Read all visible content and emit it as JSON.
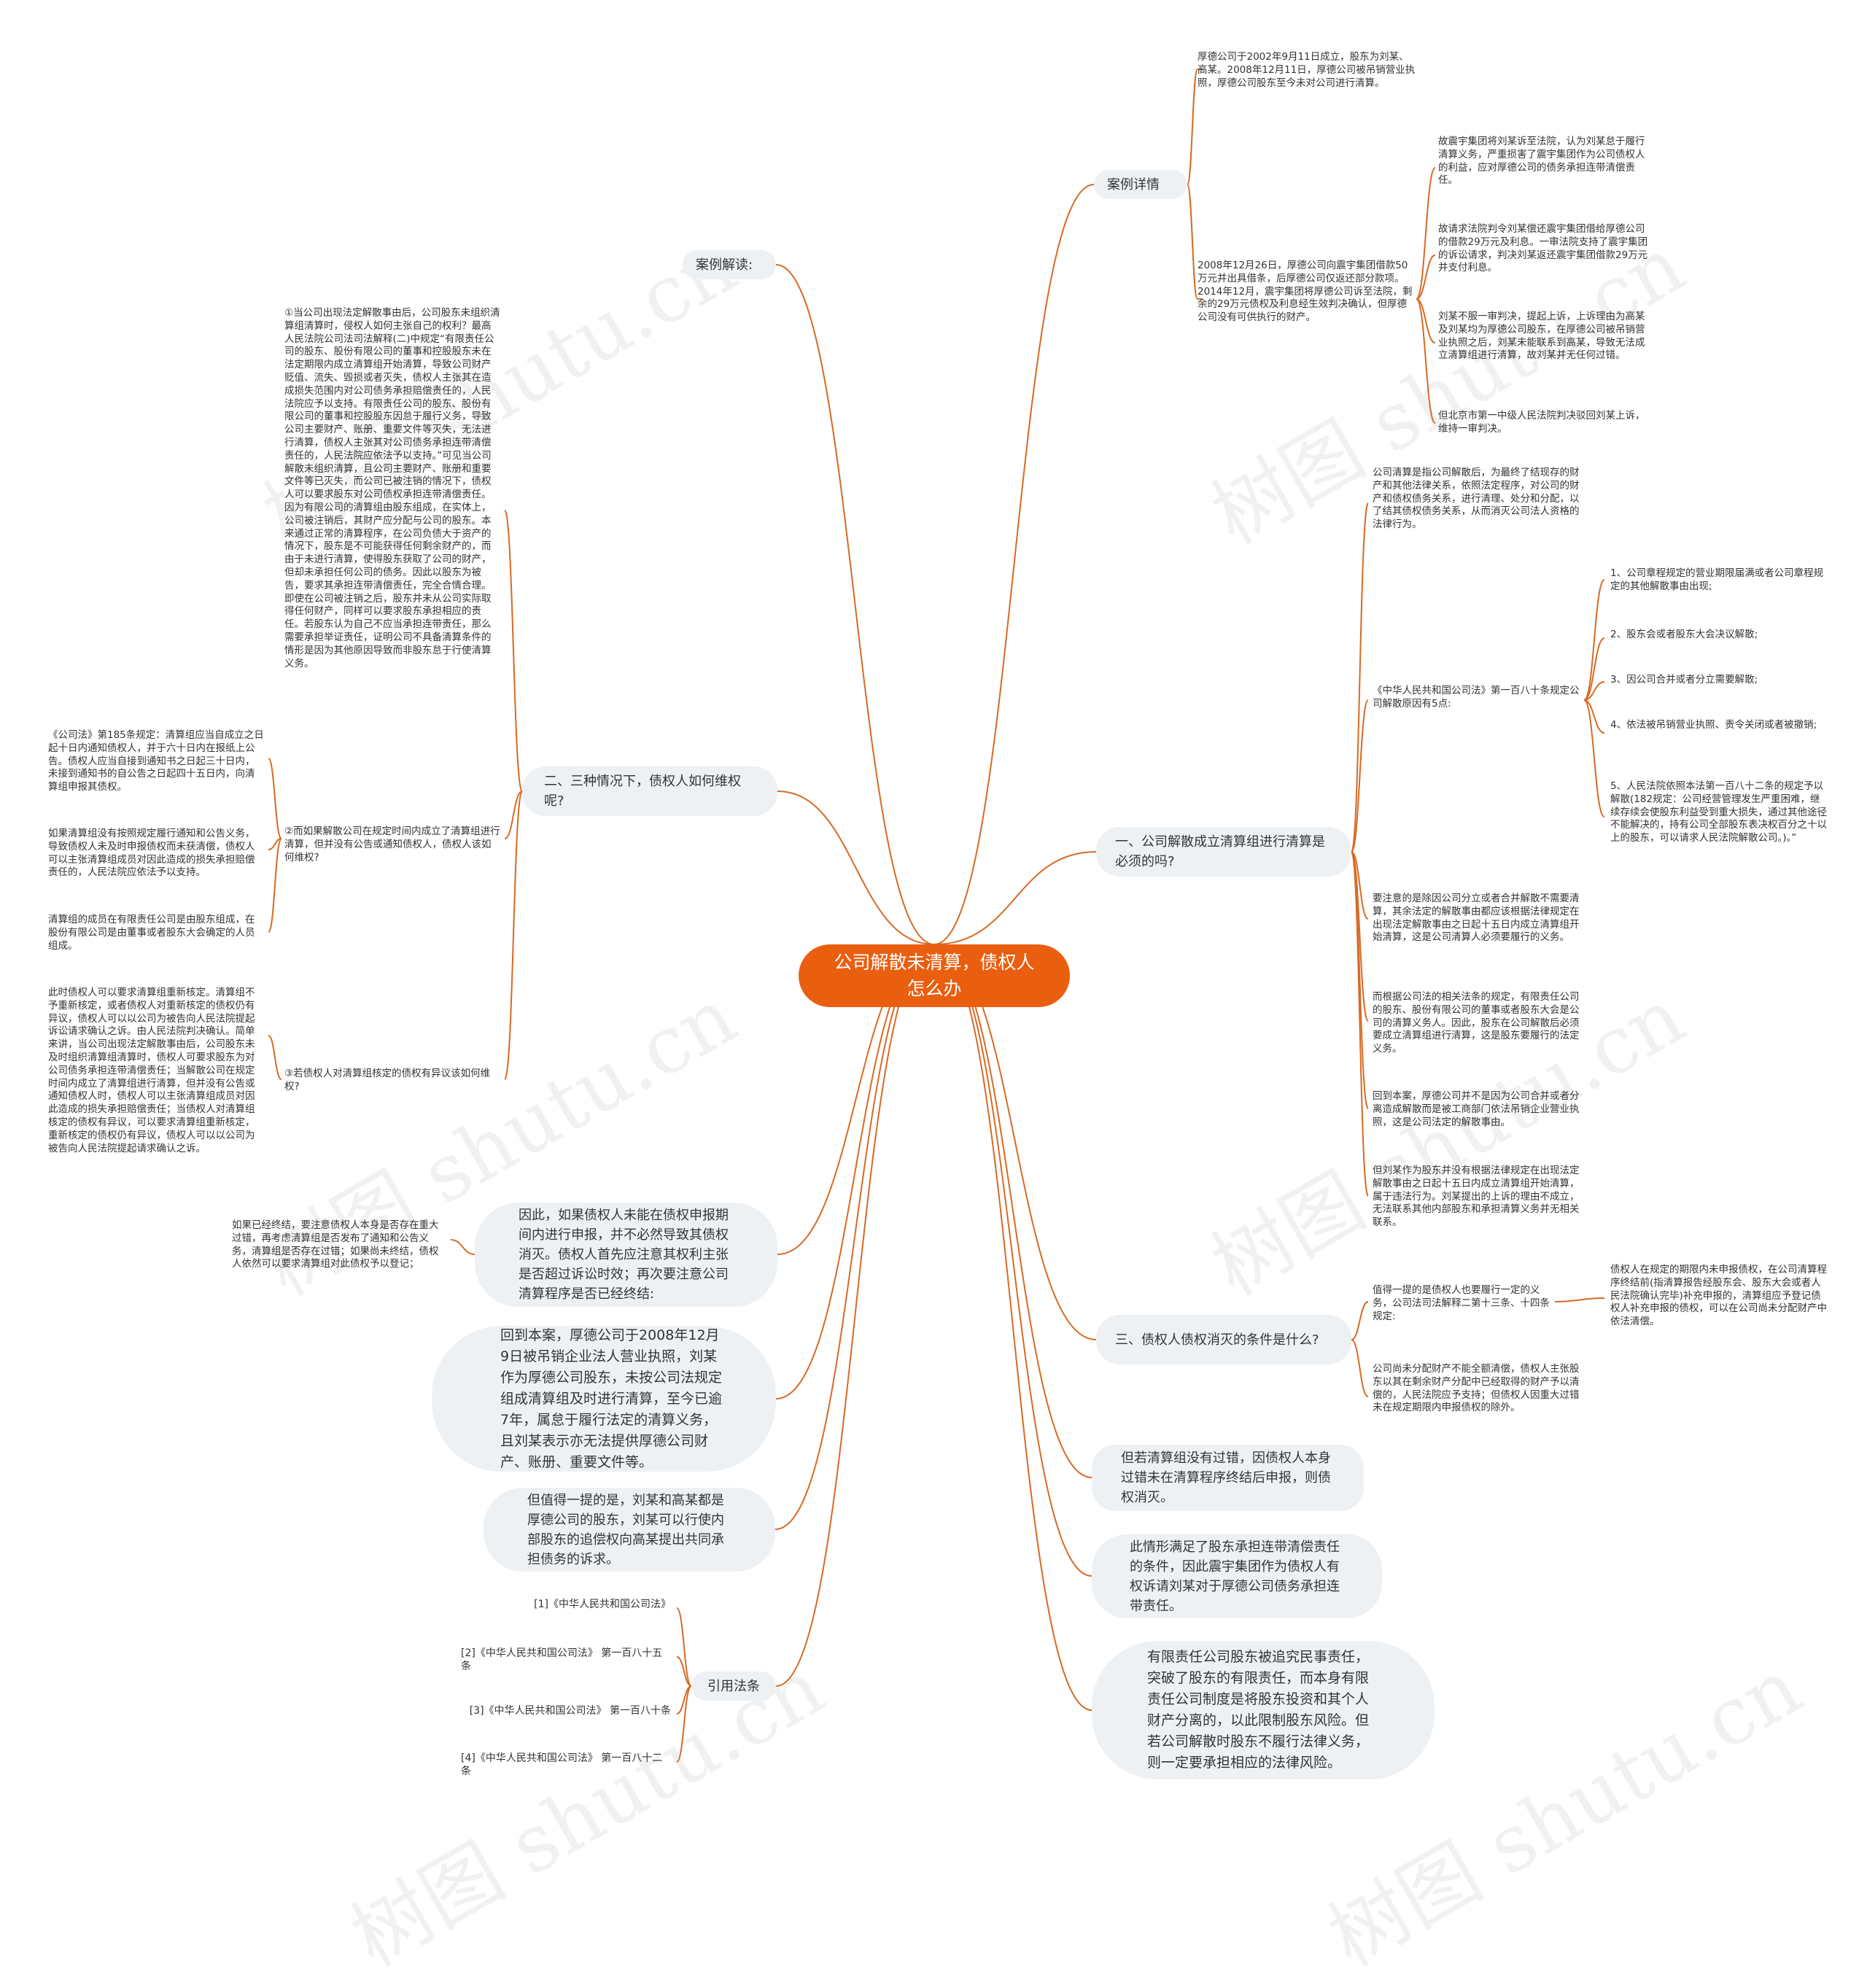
{
  "watermark": "树图 shutu.cn",
  "colors": {
    "accent": "#ea5e0f",
    "branch": "#d76a24",
    "node_bg": "#eef1f4"
  },
  "root": "公司解散未清算，债权人怎么办",
  "right": {
    "case_details": {
      "label": "案例详情",
      "intro": "厚德公司于2002年9月11日成立，股东为刘某、高某。2008年12月11日，厚德公司被吊销营业执照，厚德公司股东至今未对公司进行清算。",
      "loan": "2008年12月26日，厚德公司向震宇集团借款50万元并出具借条，后厚德公司仅返还部分款项。2014年12月，震宇集团将厚德公司诉至法院，剩余的29万元债权及利息经生效判决确认，但厚德公司没有可供执行的财产。",
      "sub": [
        "故震宇集团将刘某诉至法院，认为刘某怠于履行清算义务，严重损害了震宇集团作为公司债权人的利益，应对厚德公司的债务承担连带清偿责任。",
        "故请求法院判令刘某偿还震宇集团借给厚德公司的借款29万元及利息。一审法院支持了震宇集团的诉讼请求，判决刘某返还震宇集团借款29万元并支付利息。",
        "刘某不服一审判决，提起上诉，上诉理由为高某及刘某均为厚德公司股东，在厚德公司被吊销营业执照之后，刘某未能联系到高某，导致无法成立清算组进行清算，故刘某并无任何过错。",
        "但北京市第一中级人民法院判决驳回刘某上诉，维持一审判决。"
      ]
    },
    "q1": {
      "label": "一、公司解散成立清算组进行清算是必须的吗?",
      "items": [
        "公司清算是指公司解散后，为最终了结现存的财产和其他法律关系，依照法定程序，对公司的财产和债权债务关系，进行清理、处分和分配，以了结其债权债务关系，从而消灭公司法人资格的法律行为。",
        "《中华人民共和国公司法》第一百八十条规定公司解散原因有5点:",
        "要注意的是除因公司分立或者合并解散不需要清算，其余法定的解散事由都应该根据法律规定在出现法定解散事由之日起十五日内成立清算组开始清算，这是公司清算人必须要履行的义务。",
        "而根据公司法的相关法条的规定，有限责任公司的股东、股份有限公司的董事或者股东大会是公司的清算义务人。因此，股东在公司解散后必须要成立清算组进行清算，这是股东要履行的法定义务。",
        "回到本案，厚德公司并不是因为公司合并或者分离造成解散而是被工商部门依法吊销企业营业执照，这是公司法定的解散事由。",
        "但刘某作为股东并没有根据法律规定在出现法定解散事由之日起十五日内成立清算组开始清算，属于违法行为。刘某提出的上诉的理由不成立，无法联系其他内部股东和承担清算义务并无相关联系。"
      ],
      "reasons": [
        "1、公司章程规定的营业期限届满或者公司章程规定的其他解散事由出现;",
        "2、股东会或者股东大会决议解散;",
        "3、因公司合并或者分立需要解散;",
        "4、依法被吊销营业执照、责令关闭或者被撤销;",
        "5、人民法院依照本法第一百八十二条的规定予以解散(182规定：公司经营管理发生严重困难，继续存续会使股东利益受到重大损失，通过其他途径不能解决的，持有公司全部股东表决权百分之十以上的股东，可以请求人民法院解散公司。)。”"
      ]
    },
    "q3": {
      "label": "三、债权人债权消灭的条件是什么?",
      "items": [
        "值得一提的是债权人也要履行一定的义务，公司法司法解释二第十三条、十四条规定:",
        "公司尚未分配财产不能全额清偿，债权人主张股东以其在剩余财产分配中已经取得的财产予以清偿的，人民法院应予支持；但债权人因重大过错未在规定期限内申报债权的除外。"
      ],
      "detail": "债权人在规定的期限内未申报债权，在公司清算程序终结前(指清算报告经股东会、股东大会或者人民法院确认完毕)补充申报的，清算组应予登记债权人补充申报的债权，可以在公司尚未分配财产中依法清偿。"
    },
    "node_a": "但若清算组没有过错，因债权人本身过错未在清算程序终结后申报，则债权消灭。",
    "node_b": "此情形满足了股东承担连带清偿责任的条件，因此震宇集团作为债权人有权诉请刘某对于厚德公司债务承担连带责任。",
    "node_c": "有限责任公司股东被追究民事责任，突破了股东的有限责任，而本身有限责任公司制度是将股东投资和其个人财产分离的，以此限制股东风险。但若公司解散时股东不履行法律义务，则一定要承担相应的法律风险。"
  },
  "left": {
    "interpretation": {
      "label": "案例解读:"
    },
    "q2": {
      "label": "二、三种情况下，债权人如何维权呢?",
      "c1": "①当公司出现法定解散事由后，公司股东未组织清算组清算时，侵权人如何主张自己的权利？最高人民法院公司法司法解释(二)中规定“有限责任公司的股东、股份有限公司的董事和控股股东未在法定期限内成立清算组开始清算，导致公司财产贬值、流失、毁损或者灭失，债权人主张其在造成损失范围内对公司债务承担赔偿责任的，人民法院应予以支持。有限责任公司的股东、股份有限公司的董事和控股股东因怠于履行义务，导致公司主要财产、账册、重要文件等灭失，无法进行清算，债权人主张其对公司债务承担连带清偿责任的，人民法院应依法予以支持。”可见当公司解散未组织清算，且公司主要财产、账册和重要文件等已灭失，而公司已被注销的情况下，债权人可以要求股东对公司债权承担连带清偿责任。因为有限公司的清算组由股东组成，在实体上，公司被注销后，其财产应分配与公司的股东。本来通过正常的清算程序，在公司负债大于资产的情况下，股东是不可能获得任何剩余财产的，而由于未进行清算，使得股东获取了公司的财产，但却未承担任何公司的债务。因此以股东为被告，要求其承担连带清偿责任，完全合情合理。即使在公司被注销之后，股东并未从公司实际取得任何财产，同样可以要求股东承担相应的责任。若股东认为自己不应当承担连带责任，那么需要承担举证责任，证明公司不具备清算条件的情形是因为其他原因导致而非股东怠于行使清算义务。",
      "c2": "②而如果解散公司在规定时间内成立了清算组进行清算，但并没有公告或通知债权人，债权人该如何维权?",
      "c2_items": [
        "《公司法》第185条规定：清算组应当自成立之日起十日内通知债权人，并于六十日内在报纸上公告。债权人应当自接到通知书之日起三十日内，未接到通知书的自公告之日起四十五日内，向清算组申报其债权。",
        "如果清算组没有按照规定履行通知和公告义务，导致债权人未及时申报债权而未获清偿，债权人可以主张清算组成员对因此造成的损失承担赔偿责任的，人民法院应依法予以支持。",
        "清算组的成员在有限责任公司是由股东组成，在股份有限公司是由董事或者股东大会确定的人员组成。"
      ],
      "c3": "③若债权人对清算组核定的债权有异议该如何维权?",
      "c3_detail": "此时债权人可以要求清算组重新核定。清算组不予重新核定，或者债权人对重新核定的债权仍有异议，债权人可以以公司为被告向人民法院提起诉讼请求确认之诉。由人民法院判决确认。简单来讲，当公司出现法定解散事由后，公司股东未及时组织清算组清算时，债权人可要求股东为对公司债务承担连带清偿责任；当解散公司在规定时间内成立了清算组进行清算，但并没有公告或通知债权人时，债权人可以主张清算组成员对因此造成的损失承担赔偿责任；当债权人对清算组核定的债权有异议，可以要求清算组重新核定，重新核定的债权仍有异议，债权人可以以公司为被告向人民法院提起请求确认之诉。"
    },
    "node_d": "因此，如果债权人未能在债权申报期间内进行申报，并不必然导致其债权消灭。债权人首先应注意其权利主张是否超过诉讼时效；再次要注意公司清算程序是否已经终结:",
    "node_d_note": "如果已经终结，要注意债权人本身是否存在重大过错，再考虑清算组是否发布了通知和公告义务，清算组是否存在过错；如果尚未终结，债权人依然可以要求清算组对此债权予以登记；",
    "node_e": "回到本案，厚德公司于2008年12月9日被吊销企业法人营业执照，刘某作为厚德公司股东，未按公司法规定组成清算组及时进行清算，至今已逾7年，属怠于履行法定的清算义务，且刘某表示亦无法提供厚德公司财产、账册、重要文件等。",
    "node_f": "但值得一提的是，刘某和高某都是厚德公司的股东，刘某可以行使内部股东的追偿权向高某提出共同承担债务的诉求。",
    "laws": {
      "label": "引用法条",
      "items": [
        "[1]《中华人民共和国公司法》",
        "[2]《中华人民共和国公司法》 第一百八十五条",
        "[3]《中华人民共和国公司法》 第一百八十条",
        "[4]《中华人民共和国公司法》 第一百八十二条"
      ]
    }
  }
}
